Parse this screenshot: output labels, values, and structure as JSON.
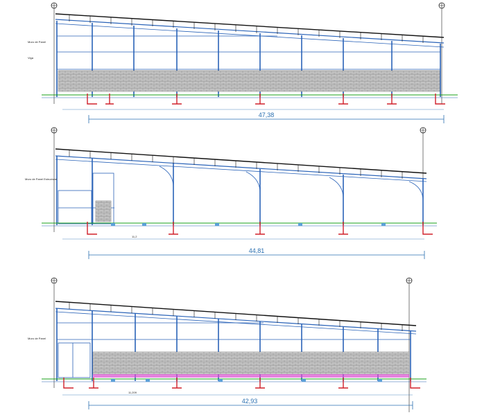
{
  "elevations": [
    {
      "id": "elevation-1",
      "overall_dimension": "47,38",
      "has_masonry": true,
      "has_pink_band": false,
      "labels": [
        "Muro de Panel",
        "Viga"
      ]
    },
    {
      "id": "elevation-2",
      "overall_dimension": "44,81",
      "has_masonry": false,
      "has_pink_band": false,
      "labels": [
        "Muro de Panel Estructural"
      ],
      "span_label": "11,2"
    },
    {
      "id": "elevation-3",
      "overall_dimension": "42,93",
      "has_masonry": true,
      "has_pink_band": true,
      "labels": [
        "Muro de Panel"
      ],
      "span_label": "11,209"
    }
  ],
  "colors": {
    "structure": "#2a63b8",
    "roof": "#111111",
    "dimension": "#2a6fb0",
    "footing": "#d0202a",
    "ground": "#1aa01a",
    "pink_band": "#d94fd0",
    "masonry": "#8a8a8a"
  }
}
